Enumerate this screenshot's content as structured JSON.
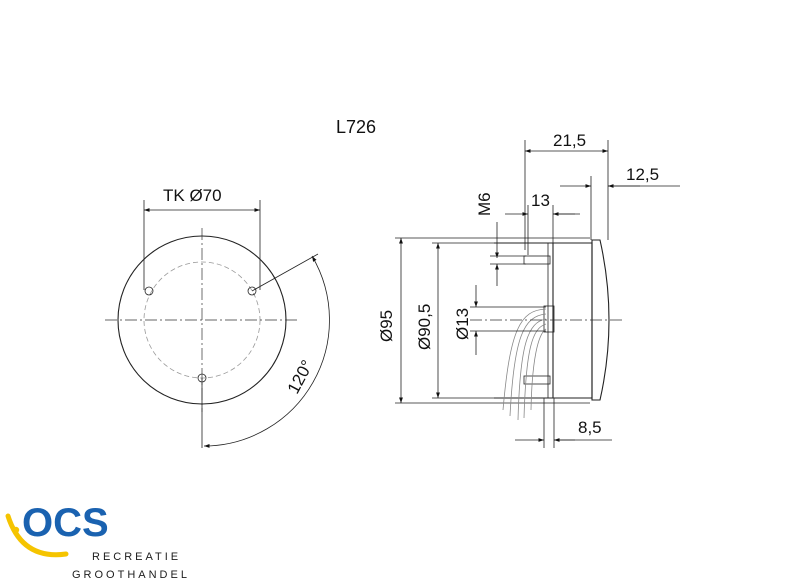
{
  "drawing": {
    "model": "L726",
    "front_view": {
      "bolt_circle_label": "TK Ø70",
      "angle_label": "120°"
    },
    "side_view": {
      "dim_depth_total": "21,5",
      "dim_lens": "12,5",
      "dim_thread_len": "13",
      "dim_thread": "M6",
      "dim_outer_dia": "Ø95",
      "dim_body_dia": "Ø90,5",
      "dim_cable_dia": "Ø13",
      "dim_flange": "8,5"
    }
  },
  "logo": {
    "letters": "OCS",
    "line1": "RECREATIE",
    "line2": "GROOTHANDEL",
    "colors": {
      "blue": "#1a62b0",
      "yellow": "#f5c400"
    }
  }
}
